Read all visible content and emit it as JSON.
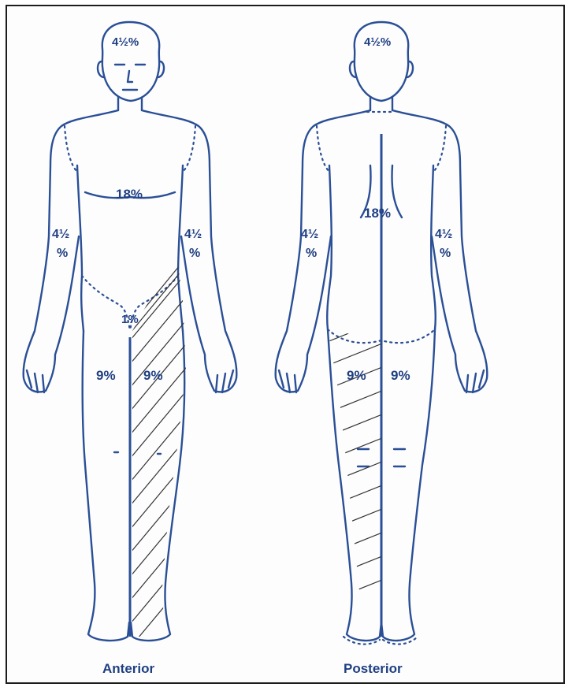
{
  "colors": {
    "ink": "#2a4f96",
    "label": "#1f3f82",
    "hatch": "#333333",
    "border": "#1c1c1c"
  },
  "figures": {
    "anterior": {
      "caption": "Anterior",
      "head": "4½%",
      "trunk": "18%",
      "left_arm_top": "4½",
      "left_arm_bottom": "%",
      "right_arm_top": "4½",
      "right_arm_bottom": "%",
      "genital": "1%",
      "right_leg": "9%",
      "left_leg": "9%"
    },
    "posterior": {
      "caption": "Posterior",
      "head": "4½%",
      "trunk": "18%",
      "left_arm_top": "4½",
      "left_arm_bottom": "%",
      "right_arm_top": "4½",
      "right_arm_bottom": "%",
      "left_leg": "9%",
      "right_leg": "9%"
    }
  }
}
